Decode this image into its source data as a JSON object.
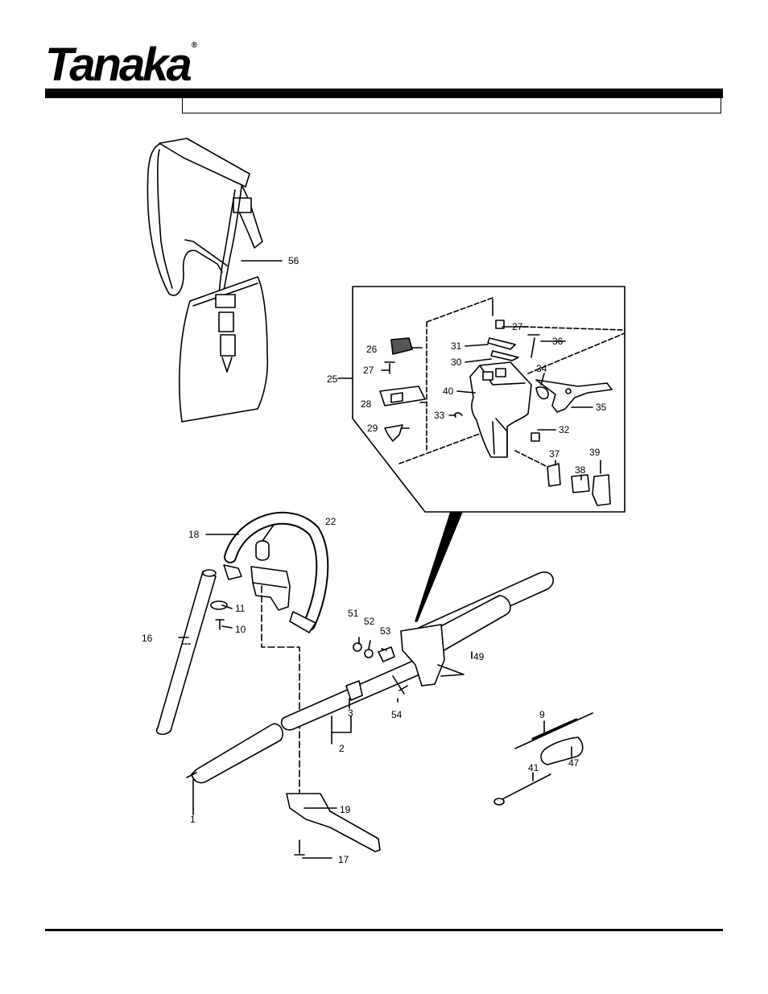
{
  "brand": {
    "name": "Tanaka",
    "mark": "®"
  },
  "header": {
    "title": ""
  },
  "callouts": {
    "n1": "1",
    "n2": "2",
    "n3": "3",
    "n9": "9",
    "n10": "10",
    "n11": "11",
    "n16": "16",
    "n17": "17",
    "n18": "18",
    "n19": "19",
    "n22": "22",
    "n25": "25",
    "n26": "26",
    "n27a": "27",
    "n27b": "27",
    "n28": "28",
    "n29": "29",
    "n30": "30",
    "n31": "31",
    "n32": "32",
    "n33": "33",
    "n34": "34",
    "n35": "35",
    "n36": "36",
    "n37": "37",
    "n38": "38",
    "n39": "39",
    "n40": "40",
    "n41": "41",
    "n47": "47",
    "n49": "49",
    "n51": "51",
    "n52": "52",
    "n53": "53",
    "n54": "54",
    "n56": "56"
  }
}
